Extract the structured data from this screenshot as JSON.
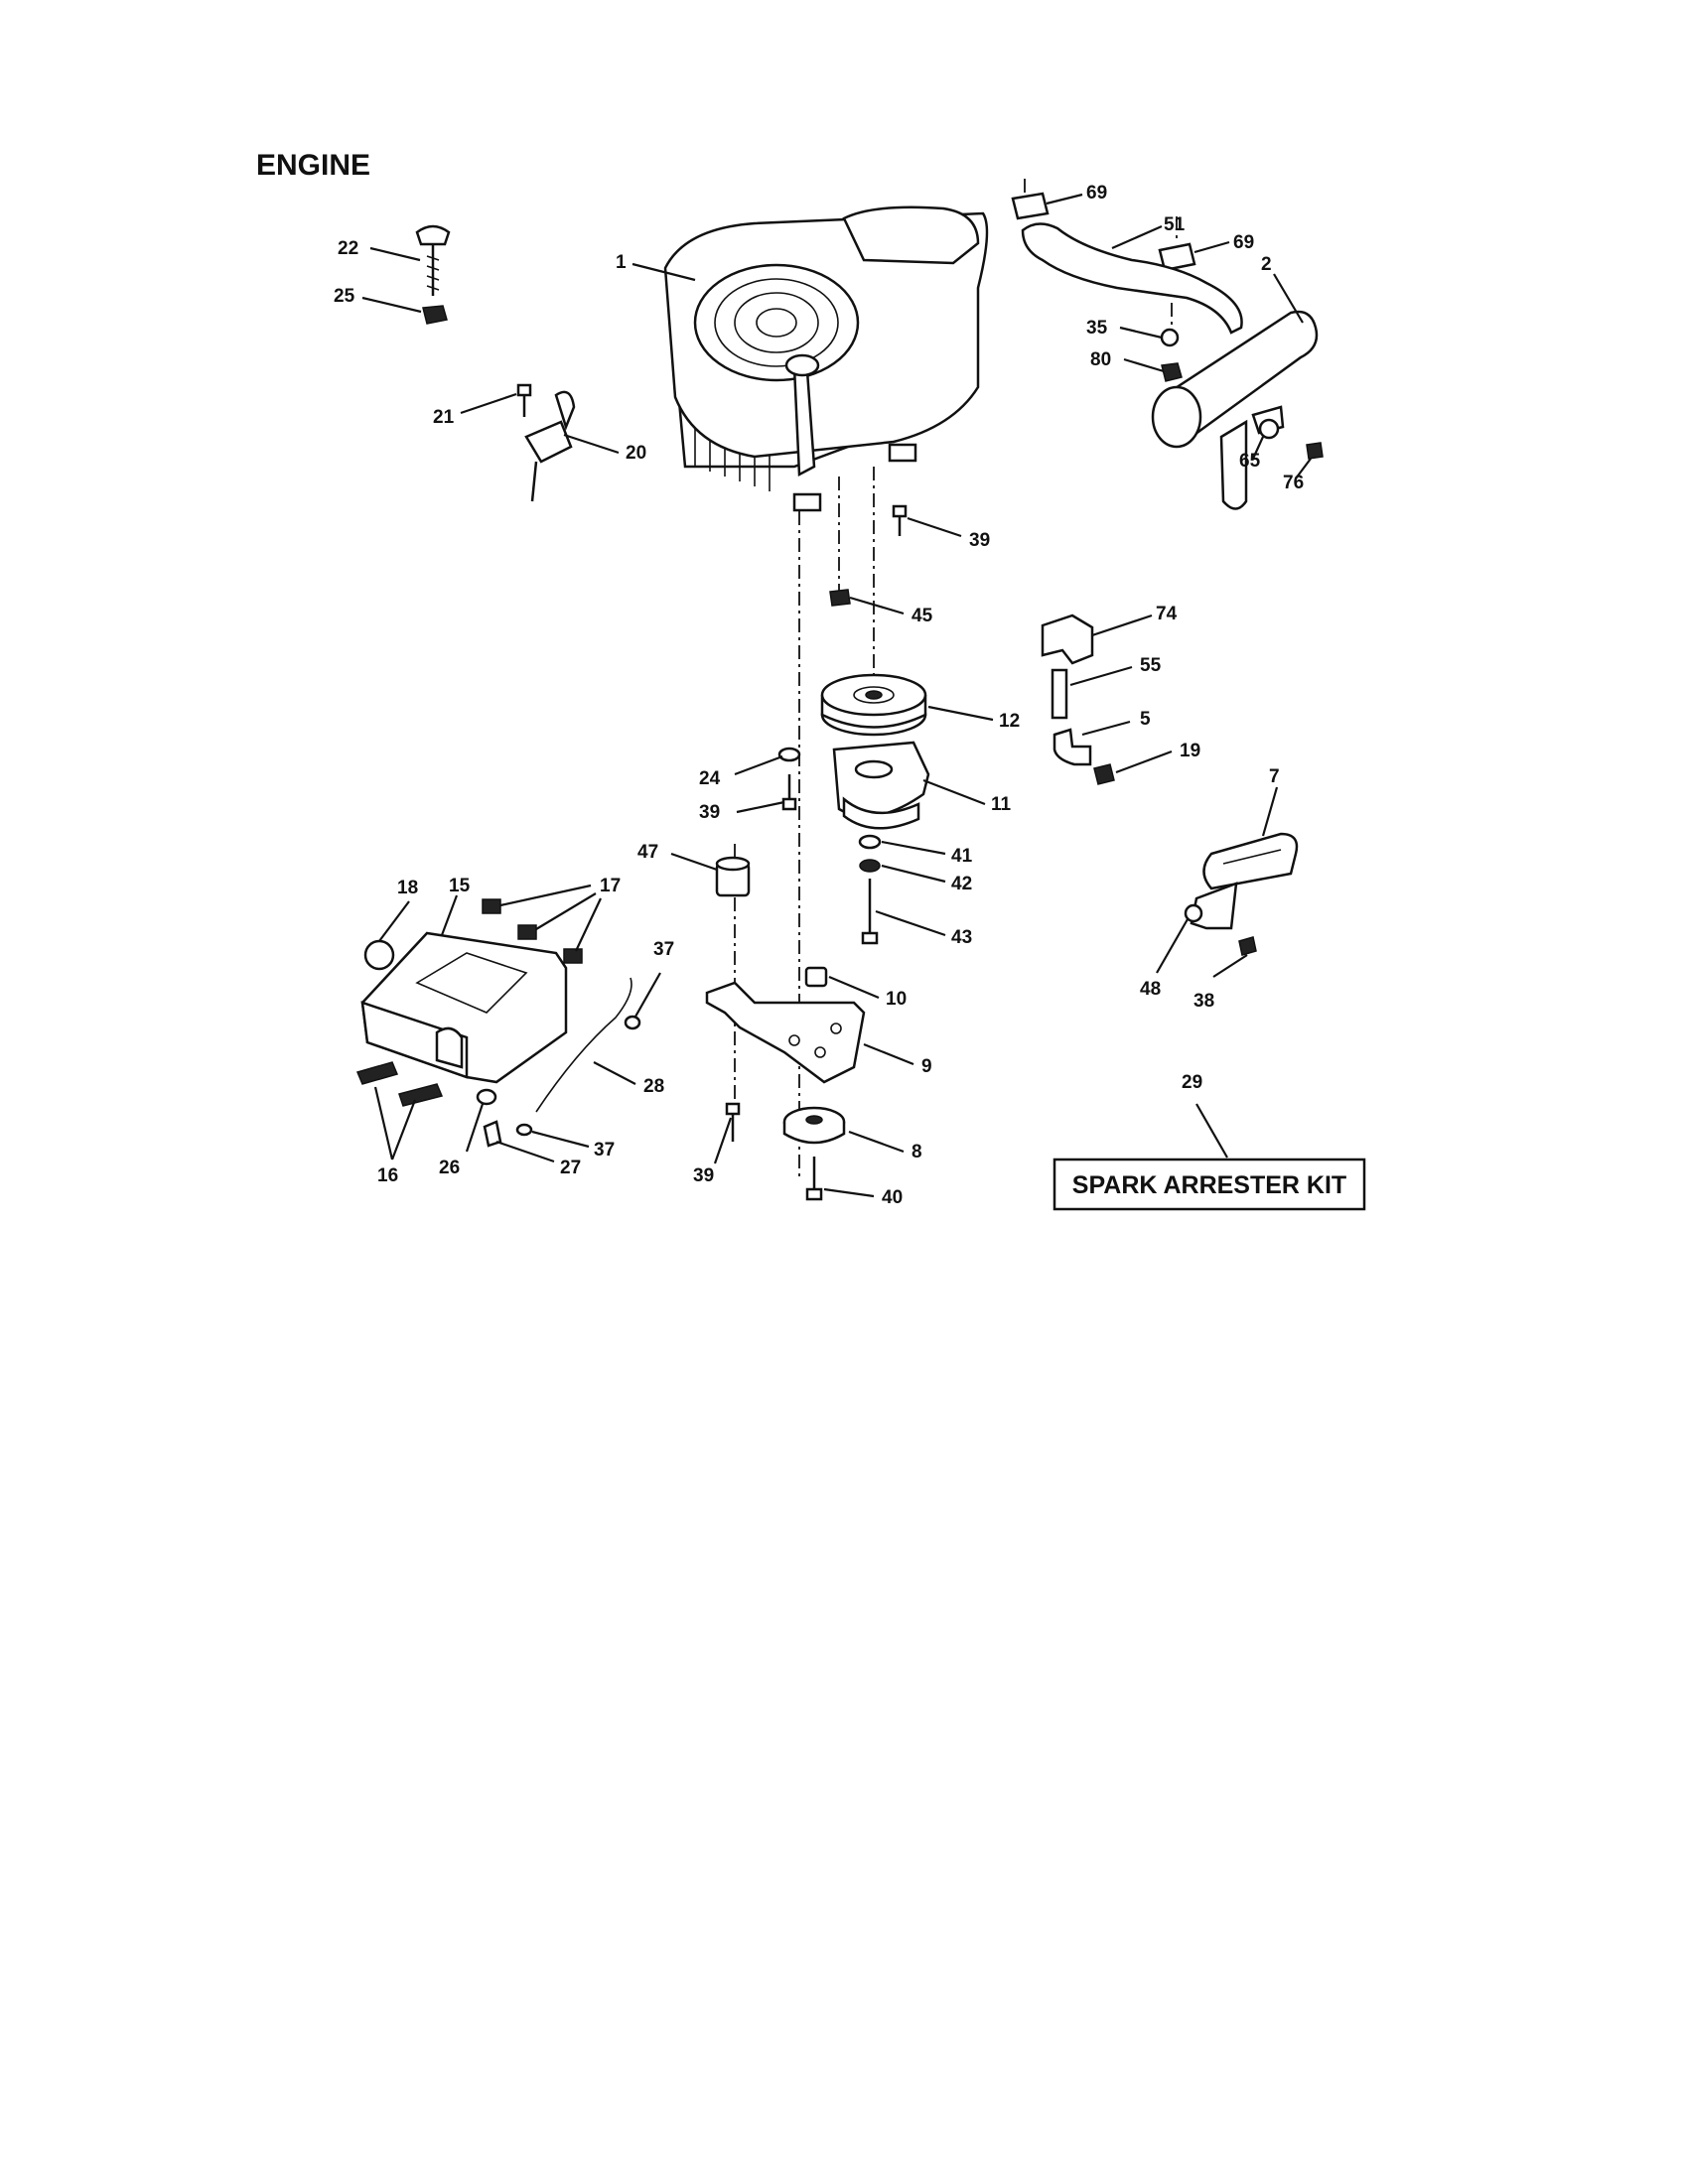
{
  "title": "ENGINE",
  "kit_label": "SPARK ARRESTER KIT",
  "callouts": {
    "p1": "1",
    "p2": "2",
    "p5": "5",
    "p7": "7",
    "p8": "8",
    "p9": "9",
    "p10": "10",
    "p11": "11",
    "p12": "12",
    "p15": "15",
    "p16": "16",
    "p17": "17",
    "p18": "18",
    "p19": "19",
    "p20": "20",
    "p21": "21",
    "p22": "22",
    "p24": "24",
    "p25": "25",
    "p26": "26",
    "p27": "27",
    "p28": "28",
    "p29": "29",
    "p35": "35",
    "p37a": "37",
    "p37b": "37",
    "p38": "38",
    "p39a": "39",
    "p39b": "39",
    "p39c": "39",
    "p40": "40",
    "p41": "41",
    "p42": "42",
    "p43": "43",
    "p45": "45",
    "p47": "47",
    "p48": "48",
    "p51": "51",
    "p55": "55",
    "p65": "65",
    "p69a": "69",
    "p69b": "69",
    "p74": "74",
    "p76": "76",
    "p80": "80"
  }
}
